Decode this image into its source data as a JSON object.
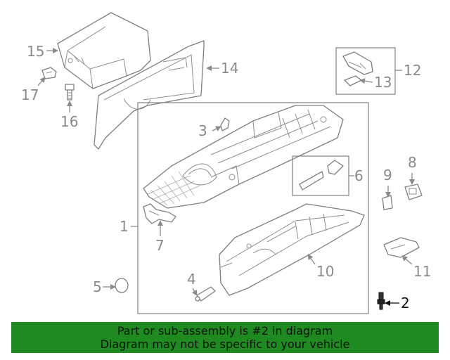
{
  "callouts": [
    "1",
    "2",
    "3",
    "4",
    "5",
    "6",
    "7",
    "8",
    "9",
    "10",
    "11",
    "12",
    "13",
    "14",
    "15",
    "16",
    "17"
  ],
  "highlighted_part": "2",
  "colors": {
    "banner": "#1f8a1f",
    "highlight": "#111111",
    "line": "#8a8a8a"
  },
  "banner": {
    "line1": "Part or sub-assembly is #2 in diagram",
    "line2": "Diagram may not be specific to your vehicle"
  }
}
